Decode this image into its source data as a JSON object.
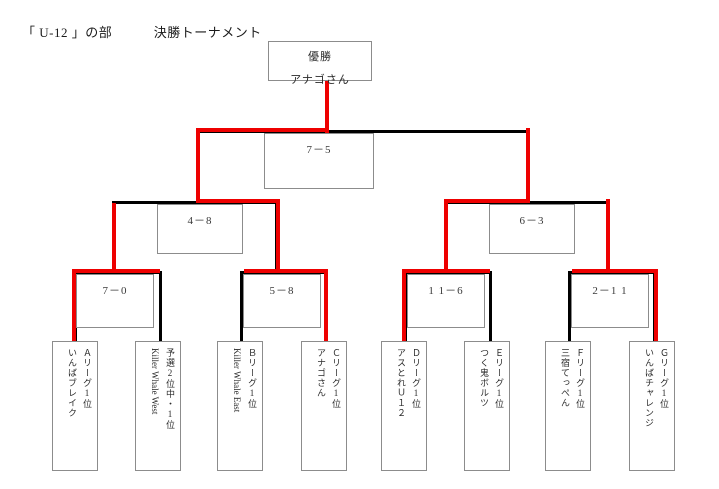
{
  "page": {
    "title_prefix": "「",
    "title_category": "U-12",
    "title_suffix": "」の部",
    "title_stage": "決勝トーナメント"
  },
  "champion": {
    "label": "優勝",
    "name": "アナゴさん"
  },
  "matches": {
    "final": {
      "score": "7－5"
    },
    "semifinals": [
      {
        "score": "4－8"
      },
      {
        "score": "6－3"
      }
    ],
    "quarterfinals": [
      {
        "score": "7－0"
      },
      {
        "score": "5－8"
      },
      {
        "score": "1 1－6"
      },
      {
        "score": "2－1 1"
      }
    ]
  },
  "teams": [
    {
      "rank": "Ａリーグ1位",
      "name": "いんばブレイク",
      "latin": false
    },
    {
      "rank": "予選2位中・1位",
      "name": "Killer Whale West",
      "latin": true
    },
    {
      "rank": "Ｂリーグ1位",
      "name": "Killer Whale East",
      "latin": true
    },
    {
      "rank": "Ｃリーグ1位",
      "name": "アナゴさん",
      "latin": false
    },
    {
      "rank": "Ｄリーグ1位",
      "name": "アスとれＵ１２",
      "latin": false
    },
    {
      "rank": "Ｅリーグ1位",
      "name": "つく鬼ボルツ",
      "latin": false
    },
    {
      "rank": "Ｆリーグ1位",
      "name": "三宿てっぺん",
      "latin": false
    },
    {
      "rank": "Ｇリーグ1位",
      "name": "いんばチャレンジ",
      "latin": false
    }
  ],
  "colors": {
    "winner_path": "#ee0000",
    "bracket_line": "#000000",
    "box_border": "#8c8c8c"
  }
}
